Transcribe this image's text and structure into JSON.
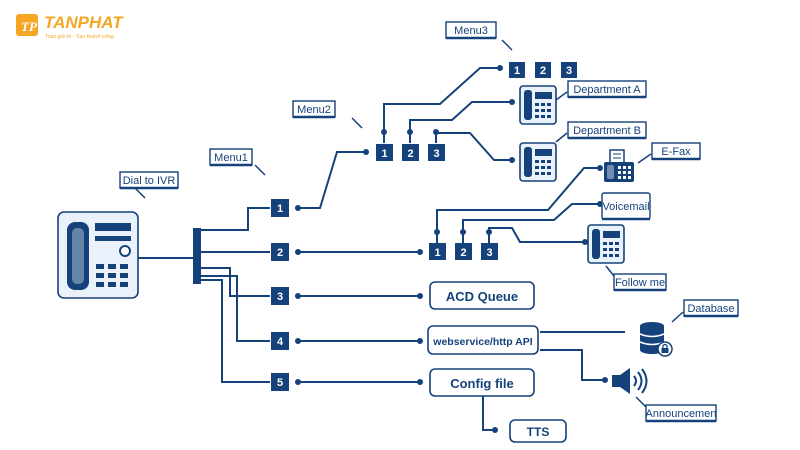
{
  "brand": {
    "name": "TANPHAT",
    "slogan": "Trao giá trị - Tạo thành công",
    "color": "#f5a623"
  },
  "colors": {
    "primary": "#15427a",
    "background": "#ffffff"
  },
  "labels": {
    "dial_to_ivr": "Dial to IVR",
    "menu1": "Menu1",
    "menu2": "Menu2",
    "menu3": "Menu3",
    "department_a": "Department A",
    "department_b": "Department B",
    "efax": "E-Fax",
    "voicemail": "Voicemail",
    "follow_me": "Follow me",
    "database": "Database",
    "announcement": "Announcemen"
  },
  "nodes": {
    "acd_queue": "ACD Queue",
    "webservice": "webservice/http API",
    "config_file": "Config file",
    "tts": "TTS"
  },
  "menu1_options": [
    "1",
    "2",
    "3",
    "4",
    "5"
  ],
  "menu2_options": [
    "1",
    "2",
    "3"
  ],
  "menu3_options": [
    "1",
    "2",
    "3"
  ],
  "menu2b_options": [
    "1",
    "2",
    "3"
  ],
  "icons": {
    "ivr_phone": "phone-icon",
    "dept_a": "phone-icon",
    "dept_b": "phone-icon",
    "efax": "fax-icon",
    "follow_me": "phone-icon",
    "database": "database-lock-icon",
    "announcement": "speaker-icon"
  }
}
